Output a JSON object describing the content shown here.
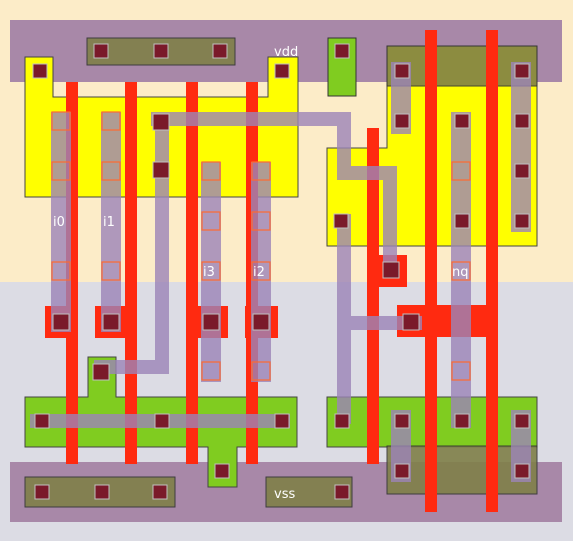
{
  "labels": {
    "vdd": "vdd",
    "vss": "vss",
    "i0": "i0",
    "i1": "i1",
    "i2": "i2",
    "i3": "i3",
    "nq": "nq"
  },
  "colors": {
    "nwell": "#fcecc8",
    "pwell": "#dcdce4",
    "power_rail": "#a888a8",
    "pdiff": "#ffff00",
    "ndiff": "#80cc20",
    "poly": "#ff2a10",
    "metal1": "#9c84b8",
    "contact": "#7a1a2a",
    "tap": "#808040"
  }
}
